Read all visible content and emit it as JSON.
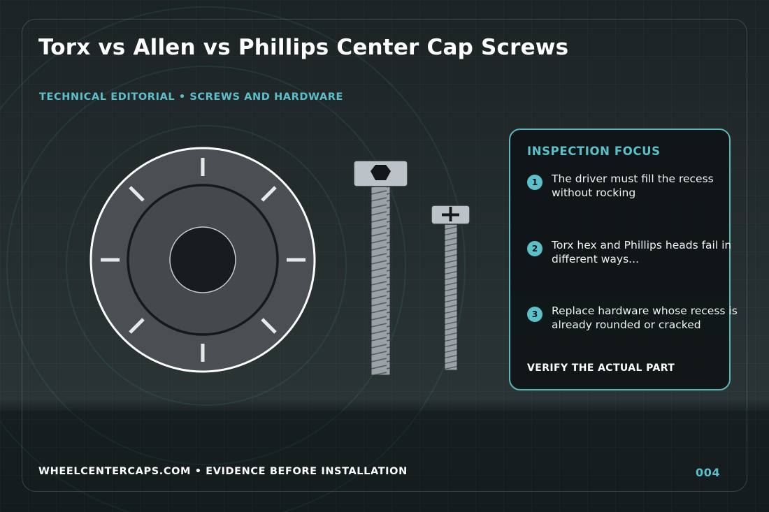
{
  "title": "Torx vs Allen vs Phillips Center Cap Screws",
  "subtitle": "TECHNICAL EDITORIAL • SCREWS AND HARDWARE",
  "panel": {
    "title": "INSPECTION FOCUS",
    "items": [
      {
        "num": "1",
        "text": "The driver must fill the recess without rocking"
      },
      {
        "num": "2",
        "text": "Torx hex and Phillips heads fail in different ways..."
      },
      {
        "num": "3",
        "text": "Replace hardware whose recess is already rounded or cracked"
      }
    ],
    "verify": "VERIFY THE ACTUAL PART"
  },
  "footer": {
    "text": "WHEELCENTERCAPS.COM • EVIDENCE BEFORE INSTALLATION",
    "page": "004"
  },
  "colors": {
    "accent": "#5bc0c9",
    "background": "#1b2224",
    "cap_ring": "#4a4f53",
    "screw_metal": "#9ba2a8"
  },
  "icons": {
    "center_cap": "wheel-center-cap-icon",
    "long_screw": "hex-head-screw-icon",
    "short_screw": "phillips-screw-icon"
  }
}
